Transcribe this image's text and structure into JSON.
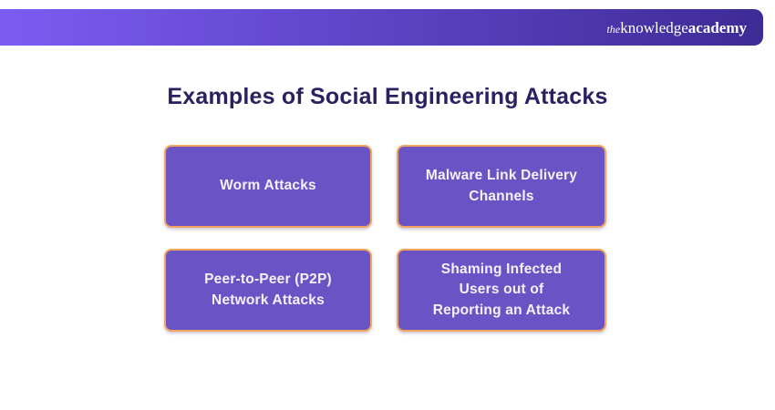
{
  "header": {
    "logo": {
      "the": "the",
      "knowledge": "knowledge",
      "academy": "academy"
    }
  },
  "title": "Examples of Social Engineering Attacks",
  "cards": [
    {
      "label": "Worm Attacks"
    },
    {
      "label": "Malware Link Delivery\nChannels"
    },
    {
      "label": "Peer-to-Peer (P2P)\nNetwork Attacks"
    },
    {
      "label": "Shaming Infected\nUsers out of\nReporting an Attack"
    }
  ],
  "colors": {
    "banner_left": "#7b5cf2",
    "banner_right": "#3e2b96",
    "title_color": "#2b2161",
    "card_fill": "#6a53c4",
    "card_border": "#f0a55b",
    "card_text": "#f4f1fb"
  }
}
